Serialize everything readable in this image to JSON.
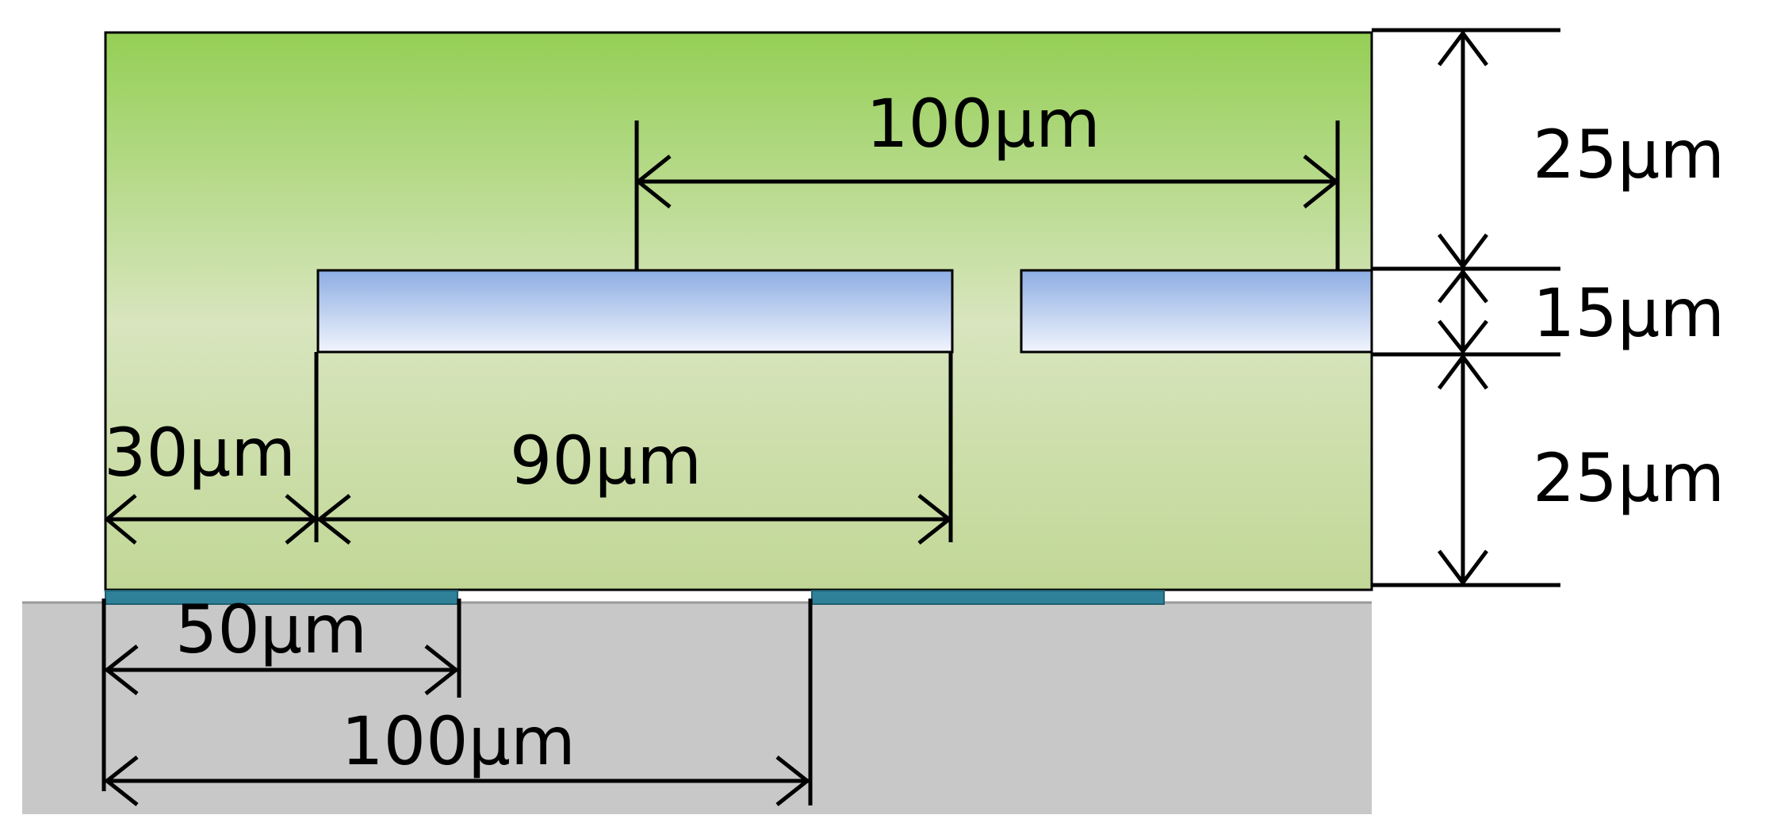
{
  "diagram": {
    "labels": {
      "top_pitch": "100μm",
      "top_layer": "25μm",
      "conductor_thickness": "15μm",
      "bottom_layer": "25μm",
      "edge_offset": "30μm",
      "conductor_width": "90μm",
      "pad_width": "50μm",
      "pad_pitch": "100μm"
    },
    "colors": {
      "substrate_top": "#96d05a",
      "substrate_mid": "#d6e4bb",
      "substrate_bottom": "#c3d89a",
      "conductor_top": "#8fb0e4",
      "conductor_bottom": "#eef2fb",
      "pad": "#2e8198",
      "base": "#c8c8c8"
    }
  }
}
